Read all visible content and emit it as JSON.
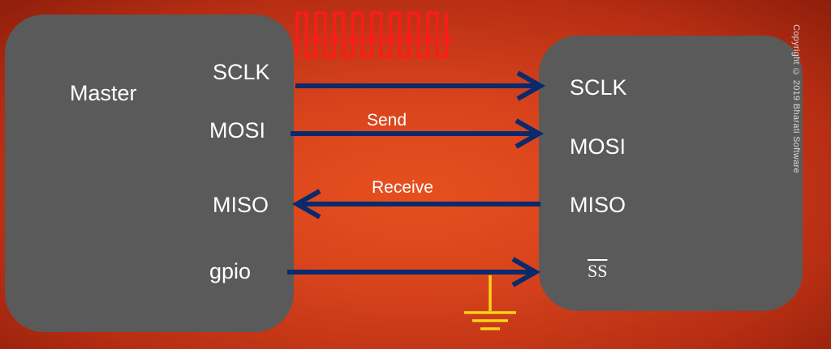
{
  "master": {
    "title": "Master",
    "pins": {
      "sclk": "SCLK",
      "mosi": "MOSI",
      "miso": "MISO",
      "gpio": "gpio"
    }
  },
  "slave": {
    "pins": {
      "sclk": "SCLK",
      "mosi": "MOSI",
      "miso": "MISO",
      "ss": "SS"
    }
  },
  "signals": {
    "send": "Send",
    "receive": "Receive"
  },
  "copyright": "Copyright © 2019 Bharati Software",
  "colors": {
    "arrow": "#0a2a6b",
    "clock": "#ff1a1a",
    "ground": "#ffd21a",
    "box": "#5a5a5a"
  }
}
